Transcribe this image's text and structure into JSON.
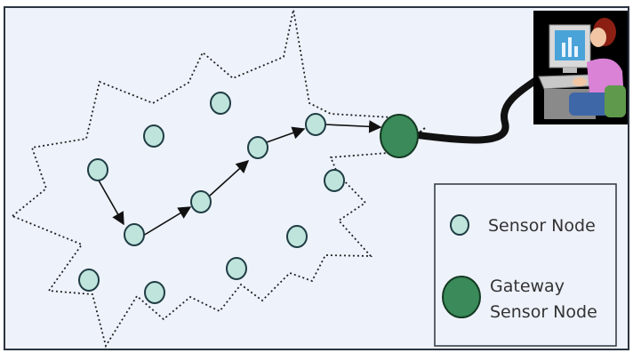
{
  "colors": {
    "background": "#eef2fb",
    "frame": "#2b3440",
    "sensor_fill": "#bfe4dc",
    "sensor_stroke": "#1f3c44",
    "gateway_fill": "#3a8a5a",
    "gateway_stroke": "#143a22",
    "cable": "#111111",
    "boundary": "#222222"
  },
  "legend": {
    "sensor_label": "Sensor Node",
    "gateway_label_line1": "Gateway",
    "gateway_label_line2": "Sensor Node"
  },
  "icons": {
    "workstation": "user-at-computer-icon"
  }
}
